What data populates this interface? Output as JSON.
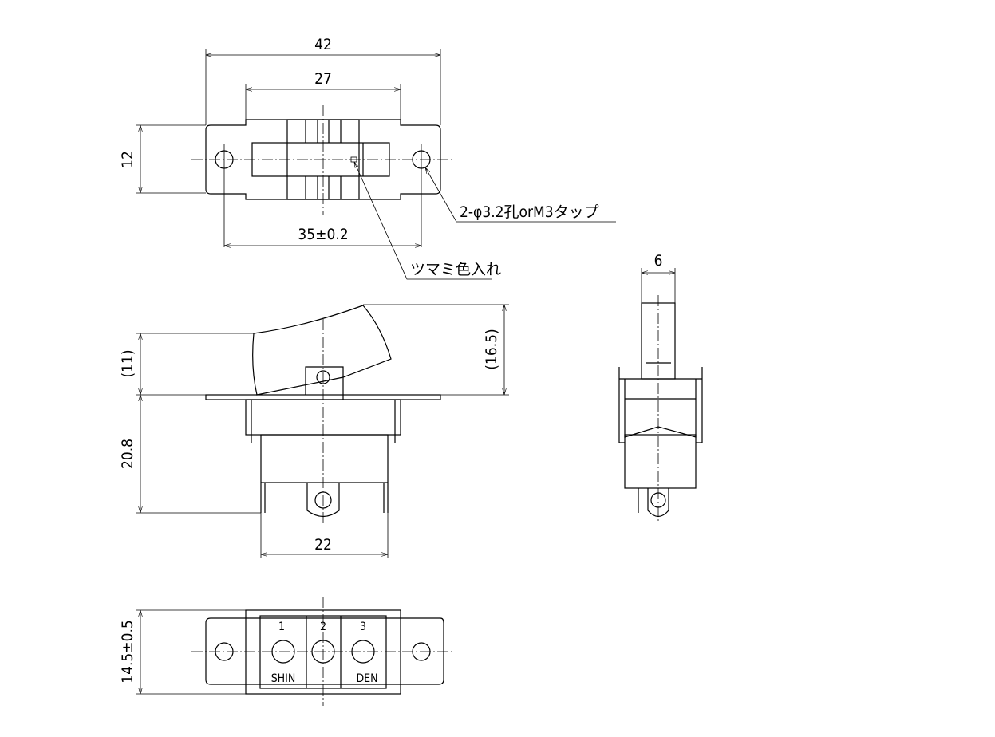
{
  "top_view": {
    "dim_overall_width": "42",
    "dim_body_width": "27",
    "dim_height": "12",
    "dim_hole_pitch": "35±0.2",
    "note_holes": "2-φ3.2孔orM3タップ",
    "note_knob": "ツマミ色入れ"
  },
  "side_view": {
    "dim_knob_height": "(11)",
    "dim_knob_max": "(16.5)",
    "dim_body_height": "20.8",
    "dim_body_width": "22"
  },
  "end_view": {
    "dim_knob_width": "6"
  },
  "bottom_view": {
    "dim_height": "14.5±0.5",
    "terminals": [
      "1",
      "2",
      "3"
    ],
    "label_left": "SHIN",
    "label_right": "DEN"
  }
}
